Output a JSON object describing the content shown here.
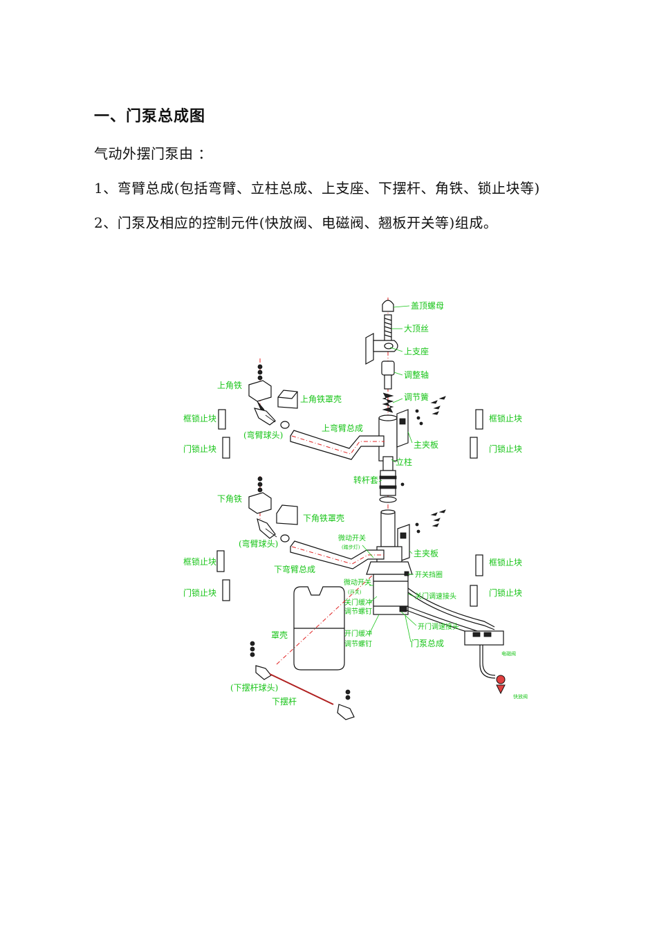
{
  "document": {
    "heading": "一、门泵总成图",
    "para1": "气动外摆门泵由 ：",
    "para2": "1、弯臂总成(包括弯臂、立柱总成、上支座、下摆杆、角铁、锁止块等)",
    "para3": "2、门泵及相应的控制元件(快放阀、电磁阀、翘板开关等)组成。"
  },
  "diagram": {
    "labels": {
      "cap_nut": "盖顶螺母",
      "big_screw": "大顶丝",
      "upper_support": "上支座",
      "adjust_shaft": "调整轴",
      "adjust_spring": "调节簧",
      "upper_angle": "上角铁",
      "upper_angle_cover": "上角铁罩壳",
      "frame_lock_tl": "框锁止块",
      "frame_lock_tr": "框锁止块",
      "arm_ball_upper": "(弯臂球头)",
      "upper_arm_assembly": "上弯臂总成",
      "door_lock_tl": "门锁止块",
      "main_plate_upper": "主夹板",
      "door_lock_tr": "门锁止块",
      "column": "立柱",
      "rotating_sleeve": "转杆套",
      "lower_angle": "下角铁",
      "lower_angle_cover": "下角铁罩壳",
      "micro_switch_top": "微动开关",
      "micro_switch_top_note": "(踏步灯)",
      "arm_ball_lower": "(弯臂球头)",
      "main_plate_lower": "主夹板",
      "frame_lock_bl": "框锁止块",
      "frame_lock_br": "框锁止块",
      "lower_arm_assembly": "下弯臂总成",
      "switch_bracket": "开关挡圈",
      "micro_switch_bottom": "微动开关",
      "micro_switch_bottom_note": "(开关)",
      "door_lock_bl": "门锁止块",
      "door_lock_br": "门锁止块",
      "close_buffer": "关门缓冲",
      "close_buffer_screw": "调节螺钉",
      "close_speed_joint": "关门调速接头",
      "cover": "罩壳",
      "open_speed_joint": "开门调速接头",
      "open_buffer": "开门缓冲",
      "open_buffer_screw": "调节螺钉",
      "pump_assembly": "门泵总成",
      "solenoid_valve": "电磁阀",
      "lower_rod_ball": "(下摆杆球头)",
      "quick_release_valve": "快放阀",
      "lower_rod": "下摆杆"
    }
  }
}
